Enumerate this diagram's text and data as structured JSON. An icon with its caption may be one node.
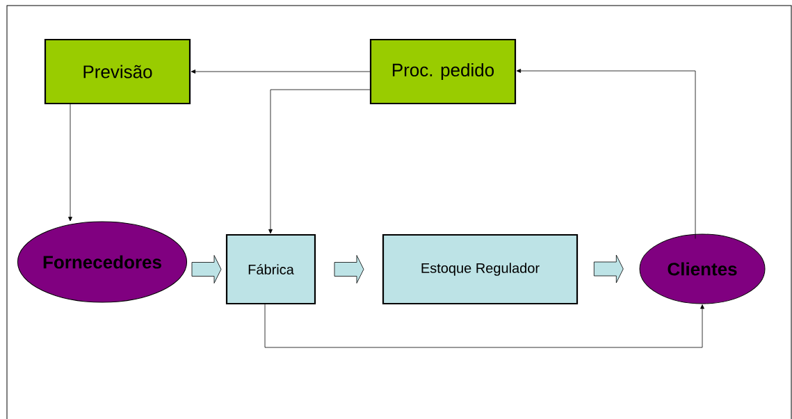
{
  "diagram": {
    "nodes": [
      {
        "text": [
          "Previsão"
        ]
      },
      {
        "text": [
          "Proc. pedido"
        ]
      },
      {
        "text": [
          "Fornecedores"
        ]
      },
      {
        "text": [
          "Fábrica"
        ]
      },
      {
        "text": [
          "Estoque Regulador"
        ]
      },
      {
        "text": [
          "Clientes"
        ]
      }
    ],
    "edges": [
      {
        "from": 1,
        "to": 0,
        "arrow": "to"
      },
      {
        "from": 1,
        "to": 3,
        "arrow": "to"
      },
      {
        "from": 5,
        "to": 1,
        "arrow": "to"
      },
      {
        "from": 0,
        "to": 2,
        "arrow": "to"
      },
      {
        "from": 2,
        "to": 3,
        "arrow": "to",
        "style": "thick"
      },
      {
        "from": 3,
        "to": 4,
        "arrow": "to",
        "style": "thick"
      },
      {
        "from": 4,
        "to": 5,
        "arrow": "to",
        "style": "thick"
      },
      {
        "from": 3,
        "to": 5,
        "arrow": "to"
      }
    ]
  }
}
